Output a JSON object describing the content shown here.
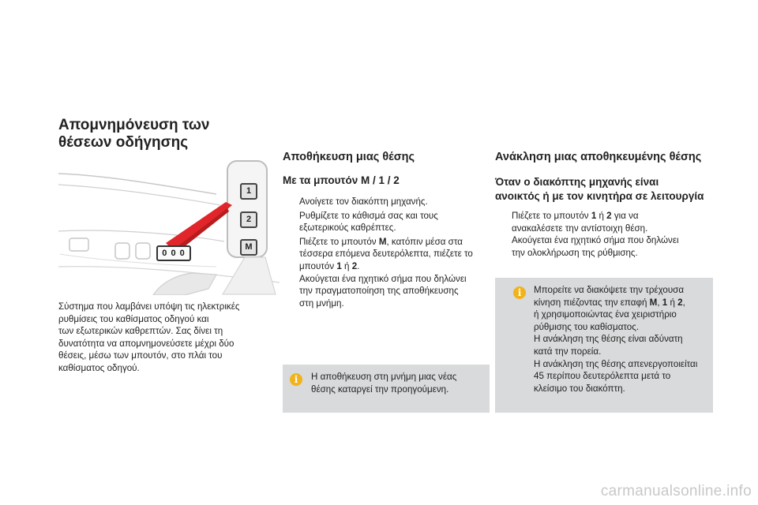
{
  "title_line1": "Απομνημόνευση των",
  "title_line2": "θέσεων οδήγησης",
  "illustration": {
    "btn1": "1",
    "btn2": "2",
    "btnM": "M",
    "ooo": "0 0 0",
    "arrow_color": "#e0262a"
  },
  "left_caption": [
    "Σύστημα που λαμβάνει υπόψη τις ηλεκτρικές",
    "ρυθμίσεις του καθίσματος οδηγού και",
    "των εξωτερικών καθρεπτών. Σας δίνει τη",
    "δυνατότητα να απομνημονεύσετε μέχρι δύο",
    "θέσεις, μέσω των μπουτόν, στο πλάι του",
    "καθίσματος οδηγού."
  ],
  "middle": {
    "heading": "Αποθήκευση μιας θέσης",
    "subheading": "Με τα μπουτόν M / 1 / 2",
    "bullet_marker": "",
    "bullet1": [
      "Ανοίγετε τον διακόπτη μηχανής."
    ],
    "bullet2": [
      "Ρυθμίζετε το κάθισμά σας και τους",
      "εξωτερικούς καθρέπτες."
    ],
    "bullet3_a": "Πιέζετε το μπουτόν ",
    "bullet3_b": "M",
    "bullet3_c": ", κατόπιν μέσα στα",
    "bullet3_lines": [
      "τέσσερα επόμενα δευτερόλεπτα, πιέζετε το"
    ],
    "bullet3_d": "μπουτόν ",
    "bullet3_e": "1",
    "bullet3_f": " ή ",
    "bullet3_g": "2",
    "bullet3_h": ".",
    "bullet3_tail": [
      "Ακούγεται ένα ηχητικό σήμα που δηλώνει",
      "την πραγματοποίηση της αποθήκευσης",
      "στη μνήμη."
    ],
    "note_icon": "i",
    "note": [
      "Η αποθήκευση στη μνήμη μιας νέας",
      "θέσης καταργεί την προηγούμενη."
    ]
  },
  "right": {
    "heading": "Ανάκληση μιας αποθηκευμένης θέσης",
    "subheading": [
      "Όταν ο διακόπτης μηχανής είναι",
      "ανοικτός ή με τον κινητήρα σε λειτουργία"
    ],
    "bullet_a": "Πιέζετε το μπουτόν ",
    "bullet_b": "1",
    "bullet_c": " ή ",
    "bullet_d": "2",
    "bullet_e": " για να",
    "bullet_lines": [
      "ανακαλέσετε την αντίστοιχη θέση.",
      "Ακούγεται ένα ηχητικό σήμα που δηλώνει",
      "την ολοκλήρωση της ρύθμισης."
    ],
    "note_icon": "i",
    "note_line1": "Μπορείτε να διακόψετε την τρέχουσα",
    "note_line2_a": "κίνηση πιέζοντας την επαφή ",
    "note_line2_b": "M",
    "note_line2_c": ", ",
    "note_line2_d": "1",
    "note_line2_e": " ή ",
    "note_line2_f": "2",
    "note_line2_g": ",",
    "note_rest": [
      "ή χρησιμοποιώντας ένα χειριστήριο",
      "ρύθμισης του καθίσματος.",
      "Η ανάκληση της θέσης είναι αδύνατη",
      "κατά την πορεία.",
      "Η ανάκληση της θέσης απενεργοποιείται",
      "45 περίπου δευτερόλεπτα μετά το",
      "κλείσιμο του διακόπτη."
    ]
  },
  "watermark": "carmanualsonline.info"
}
